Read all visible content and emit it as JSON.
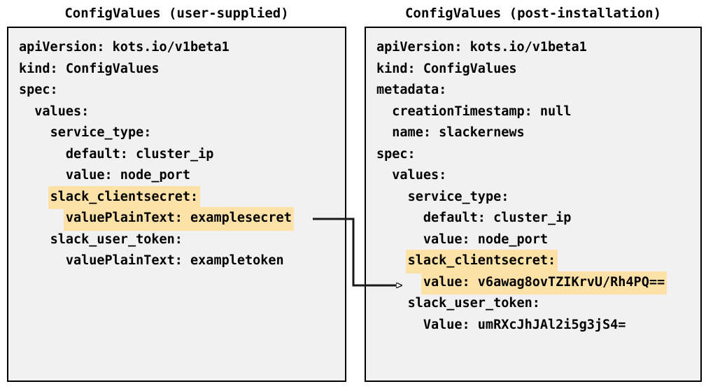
{
  "panels": {
    "left": {
      "title": "ConfigValues (user-supplied)",
      "lines": [
        {
          "text": "apiVersion: kots.io/v1beta1",
          "highlight": false
        },
        {
          "text": "kind: ConfigValues",
          "highlight": false
        },
        {
          "text": "spec:",
          "highlight": false
        },
        {
          "text": "  values:",
          "highlight": false
        },
        {
          "text": "    service_type:",
          "highlight": false
        },
        {
          "text": "      default: cluster_ip",
          "highlight": false
        },
        {
          "text": "      value: node_port",
          "highlight": false
        },
        {
          "text": "    slack_clientsecret:",
          "highlight": true
        },
        {
          "text": "      valuePlainText: examplesecret",
          "highlight": true
        },
        {
          "text": "    slack_user_token:",
          "highlight": false
        },
        {
          "text": "      valuePlainText: exampletoken",
          "highlight": false
        }
      ]
    },
    "right": {
      "title": "ConfigValues (post-installation)",
      "lines": [
        {
          "text": "apiVersion: kots.io/v1beta1",
          "highlight": false
        },
        {
          "text": "kind: ConfigValues",
          "highlight": false
        },
        {
          "text": "metadata:",
          "highlight": false
        },
        {
          "text": "  creationTimestamp: null",
          "highlight": false
        },
        {
          "text": "  name: slackernews",
          "highlight": false
        },
        {
          "text": "spec:",
          "highlight": false
        },
        {
          "text": "  values:",
          "highlight": false
        },
        {
          "text": "    service_type:",
          "highlight": false
        },
        {
          "text": "      default: cluster_ip",
          "highlight": false
        },
        {
          "text": "      value: node_port",
          "highlight": false
        },
        {
          "text": "    slack_clientsecret:",
          "highlight": true
        },
        {
          "text": "      value: v6awag8ovTZIKrvU/Rh4PQ==",
          "highlight": true
        },
        {
          "text": "    slack_user_token:",
          "highlight": false
        },
        {
          "text": "      Value: umRXcJhJAl2i5g3jS4=",
          "highlight": false
        }
      ]
    }
  },
  "connector": {
    "description": "arrow from examplesecret to encrypted value",
    "color": "#1a1a1a"
  },
  "colors": {
    "highlight": "#fde2a8",
    "panel_background": "#f1f1f1",
    "panel_border": "#000000",
    "page_background": "#ffffff",
    "text": "#000000"
  }
}
